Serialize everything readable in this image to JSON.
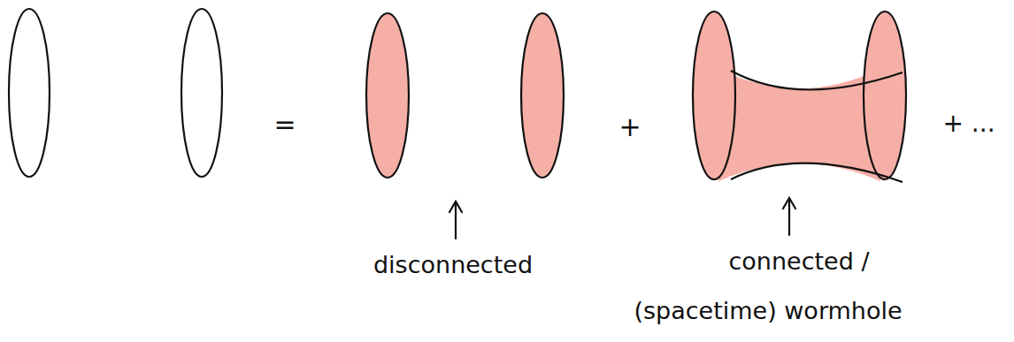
{
  "diagram": {
    "labels": [
      "=",
      "+",
      "+ ...",
      "disconnected",
      "connected /",
      "(spacetime) wormhole"
    ]
  }
}
